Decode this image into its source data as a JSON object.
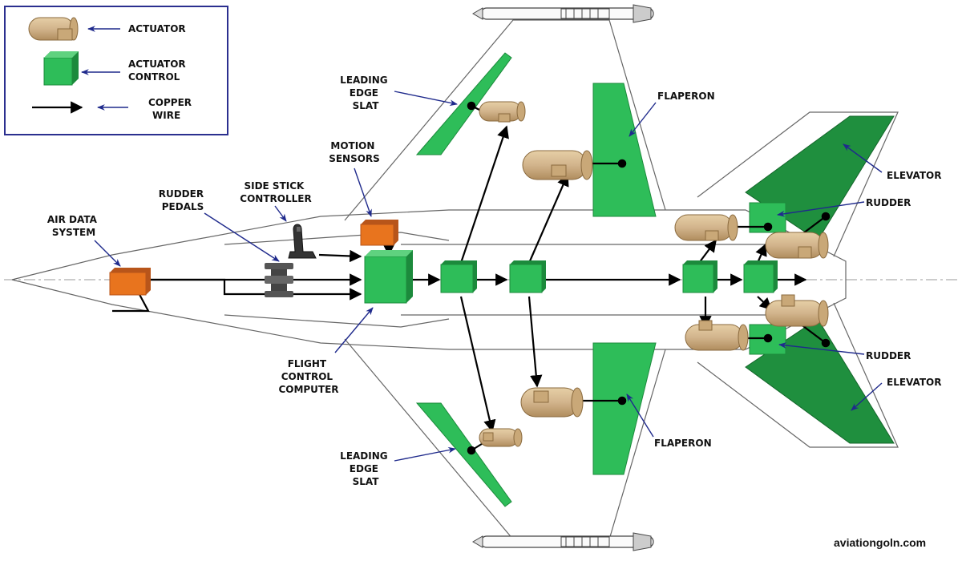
{
  "colors": {
    "surface_green": "#2ebd59",
    "elevator_green": "#1f8f3e",
    "actuator_tan": "#d2b48c",
    "sensor_orange": "#e8741e",
    "legend_border": "#2b2f8f",
    "pointer_blue": "#1f2a8c"
  },
  "legend": {
    "actuator": "ACTUATOR",
    "actuator_control_line1": "ACTUATOR",
    "actuator_control_line2": "CONTROL",
    "copper_wire_line1": "COPPER",
    "copper_wire_line2": "WIRE"
  },
  "labels": {
    "air_data_line1": "AIR DATA",
    "air_data_line2": "SYSTEM",
    "rudder_pedals_line1": "RUDDER",
    "rudder_pedals_line2": "PEDALS",
    "side_stick_line1": "SIDE STICK",
    "side_stick_line2": "CONTROLLER",
    "motion_sensors_line1": "MOTION",
    "motion_sensors_line2": "SENSORS",
    "fcc_line1": "FLIGHT",
    "fcc_line2": "CONTROL",
    "fcc_line3": "COMPUTER",
    "slat_top_line1": "LEADING",
    "slat_top_line2": "EDGE",
    "slat_top_line3": "SLAT",
    "slat_bottom_line1": "LEADING",
    "slat_bottom_line2": "EDGE",
    "slat_bottom_line3": "SLAT",
    "flaperon_top": "FLAPERON",
    "flaperon_bottom": "FLAPERON",
    "elevator_top": "ELEVATOR",
    "elevator_bottom": "ELEVATOR",
    "rudder_top": "RUDDER",
    "rudder_bottom": "RUDDER"
  },
  "credit": "aviationgoln.com"
}
